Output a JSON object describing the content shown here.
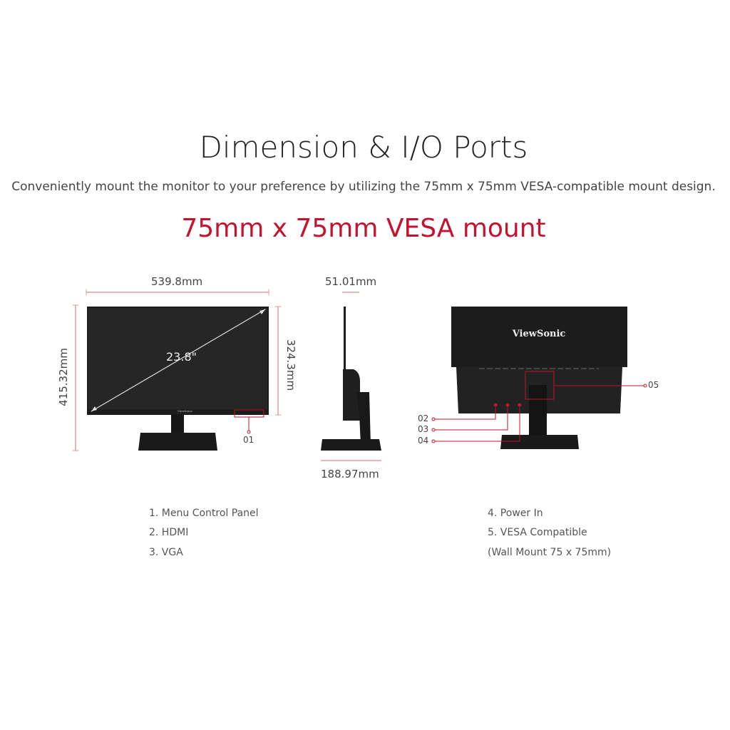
{
  "header": {
    "title": "Dimension & I/O Ports",
    "subtitle": "Conveniently mount the monitor to your preference by utilizing the 75mm x 75mm VESA-compatible mount design.",
    "highlight": "75mm x 75mm VESA mount"
  },
  "front_view": {
    "width": "539.8mm",
    "total_height": "415.32mm",
    "panel_height": "324.3mm",
    "diagonal": "23.8\"",
    "callout": "01"
  },
  "side_view": {
    "depth_panel": "51.01mm",
    "depth_base": "188.97mm"
  },
  "back_view": {
    "logo": "ViewSonic",
    "callouts": [
      "02",
      "03",
      "04",
      "05"
    ]
  },
  "legend_left": [
    "1. Menu Control Panel",
    "2. HDMI",
    "3. VGA"
  ],
  "legend_right": [
    "4. Power In",
    "5. VESA Compatible",
    "(Wall Mount 75 x 75mm)"
  ],
  "colors": {
    "accent": "#c4122f",
    "dimension_line": "#d9a0a0",
    "monitor": "#1c1c1c"
  }
}
